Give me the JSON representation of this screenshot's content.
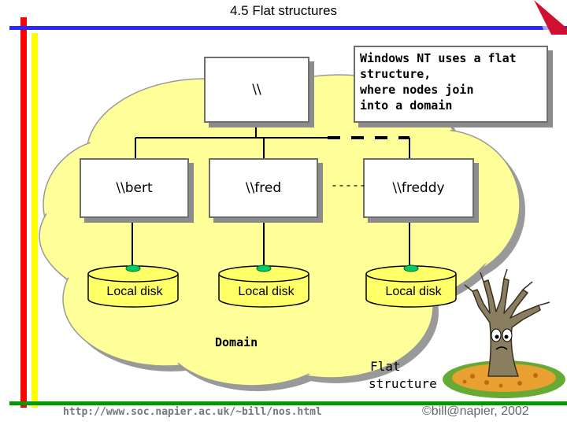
{
  "title": "4.5 Flat structures",
  "root_node": "\\\\",
  "note": {
    "lines": [
      "Windows NT uses a flat",
      "structure,",
      "where nodes join",
      "into a domain"
    ]
  },
  "nodes": [
    "\\\\bert",
    "\\\\fred",
    "\\\\freddy"
  ],
  "ellipsis": "-----",
  "disks": [
    "Local disk",
    "Local disk",
    "Local disk"
  ],
  "domain_label": "Domain",
  "flat_label": [
    "Flat",
    "structure"
  ],
  "footer": {
    "url": "http://www.soc.napier.ac.uk/~bill/nos.html",
    "copyright": "©bill@napier, 2002"
  },
  "colors": {
    "cloud": "#ffff99",
    "disk": "#ffff66",
    "bar_red": "#ff0000",
    "bar_yellow": "#ffff00",
    "bar_blue": "#2a2aff",
    "bar_green": "#009900"
  }
}
